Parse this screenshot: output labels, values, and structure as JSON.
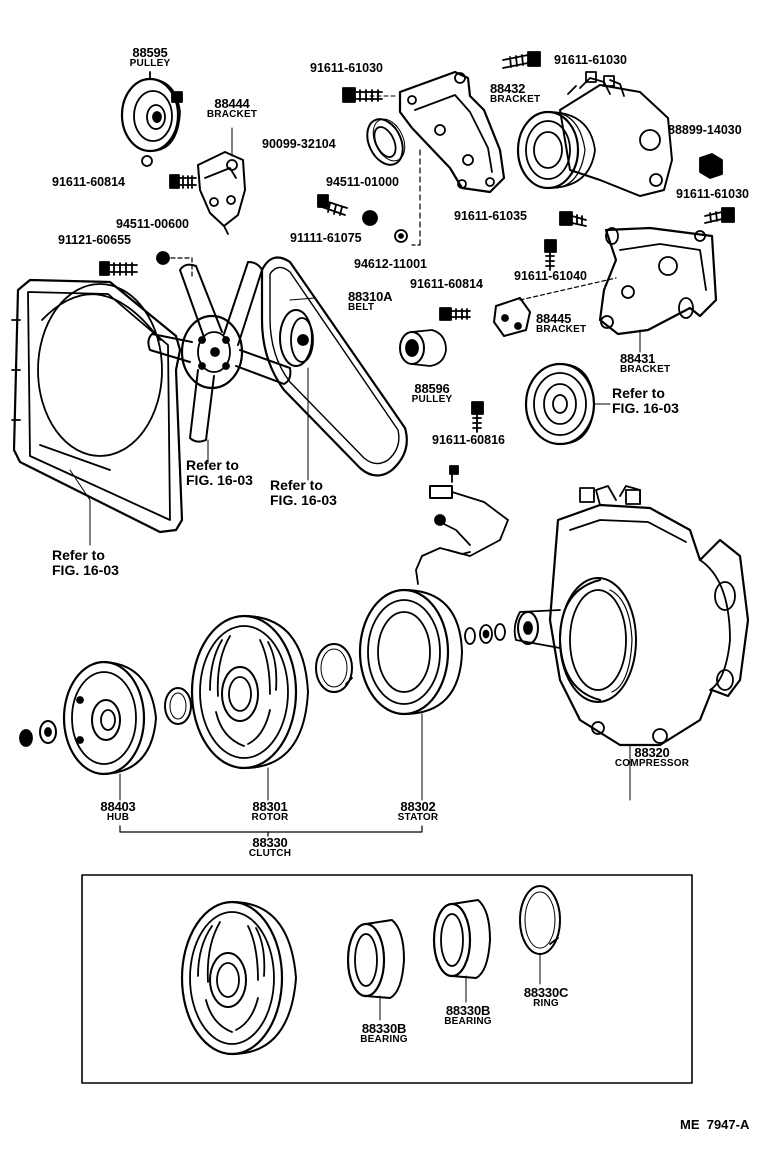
{
  "parts": {
    "p88595": {
      "number": "88595",
      "name": "PULLEY"
    },
    "p88444": {
      "number": "88444",
      "name": "BRACKET"
    },
    "p88432": {
      "number": "88432",
      "name": "BRACKET"
    },
    "p88310A": {
      "number": "88310A",
      "name": "BELT"
    },
    "p88445": {
      "number": "88445",
      "name": "BRACKET"
    },
    "p88431": {
      "number": "88431",
      "name": "BRACKET"
    },
    "p88596": {
      "number": "88596",
      "name": "PULLEY"
    },
    "p88320": {
      "number": "88320",
      "name": "COMPRESSOR"
    },
    "p88403": {
      "number": "88403",
      "name": "HUB"
    },
    "p88301": {
      "number": "88301",
      "name": "ROTOR"
    },
    "p88302": {
      "number": "88302",
      "name": "STATOR"
    },
    "p88330": {
      "number": "88330",
      "name": "CLUTCH"
    },
    "p88330B_1": {
      "number": "88330B",
      "name": "BEARING"
    },
    "p88330B_2": {
      "number": "88330B",
      "name": "BEARING"
    },
    "p88330C": {
      "number": "88330C",
      "name": "RING"
    }
  },
  "fasteners": {
    "f91611_61030_a": "91611-61030",
    "f91611_61030_b": "91611-61030",
    "f91611_61030_c": "91611-61030",
    "f90099_32104": "90099-32104",
    "f88899_14030": "88899-14030",
    "f91611_60814_a": "91611-60814",
    "f91611_60814_b": "91611-60814",
    "f94511_01000": "94511-01000",
    "f94511_00600": "94511-00600",
    "f91111_61075": "91111-61075",
    "f91611_61035": "91611-61035",
    "f91121_60655": "91121-60655",
    "f94612_11001": "94612-11001",
    "f91611_61040": "91611-61040",
    "f91611_60816": "91611-60816"
  },
  "refs": {
    "ref_fan": "Refer to\nFIG. 16-03",
    "ref_belt": "Refer to\nFIG. 16-03",
    "ref_pulley": "Refer to\nFIG. 16-03",
    "ref_shroud": "Refer to\nFIG. 16-03"
  },
  "diagram_code": "ME  7947-A"
}
